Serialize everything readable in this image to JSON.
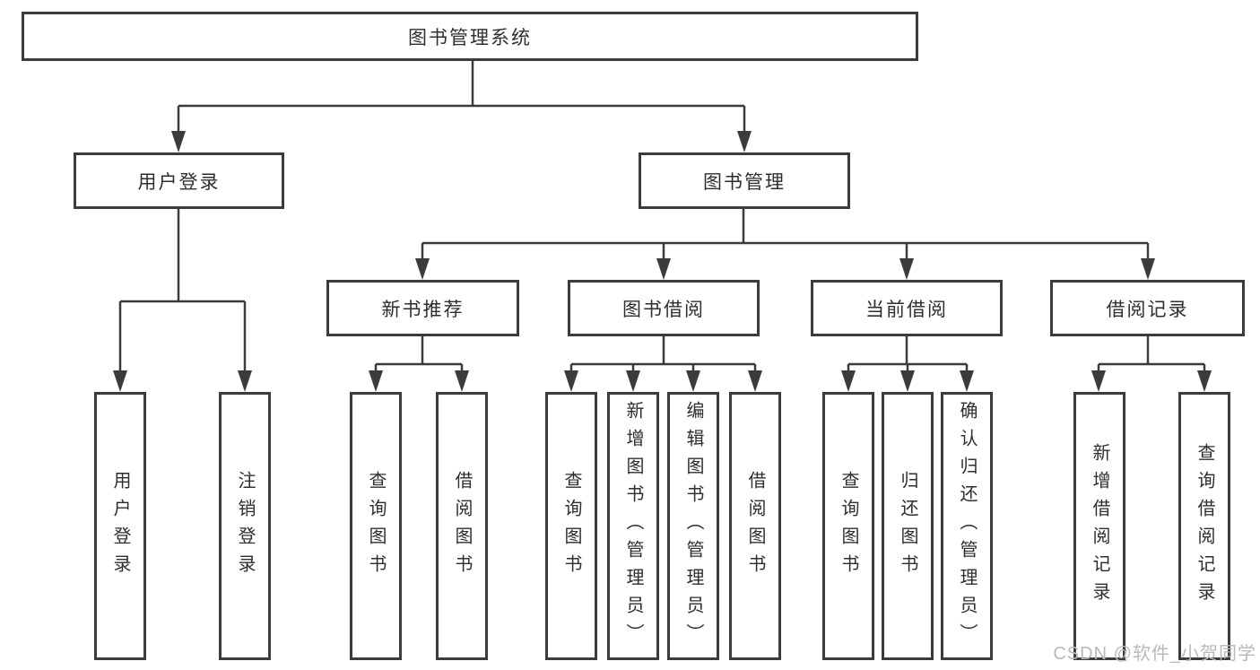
{
  "tree": {
    "root": "图书管理系统",
    "children": [
      {
        "label": "用户登录",
        "children": [
          "用户登录",
          "注销登录"
        ]
      },
      {
        "label": "图书管理",
        "children": [
          {
            "label": "新书推荐",
            "children": [
              "查询图书",
              "借阅图书"
            ]
          },
          {
            "label": "图书借阅",
            "children": [
              "查询图书",
              "新增图书（管理员）",
              "编辑图书（管理员）",
              "借阅图书"
            ]
          },
          {
            "label": "当前借阅",
            "children": [
              "查询图书",
              "归还图书",
              "确认归还（管理员）"
            ]
          },
          {
            "label": "借阅记录",
            "children": [
              "新增借阅记录",
              "查询借阅记录"
            ]
          }
        ]
      }
    ]
  },
  "watermark": {
    "text": "CSDN @软件_小贺同学"
  },
  "colors": {
    "line": "#3b3b3b",
    "box_border": "#3b3b3b",
    "text": "#2e2e2e",
    "watermark": "#b9b9b9",
    "background": "#ffffff"
  }
}
